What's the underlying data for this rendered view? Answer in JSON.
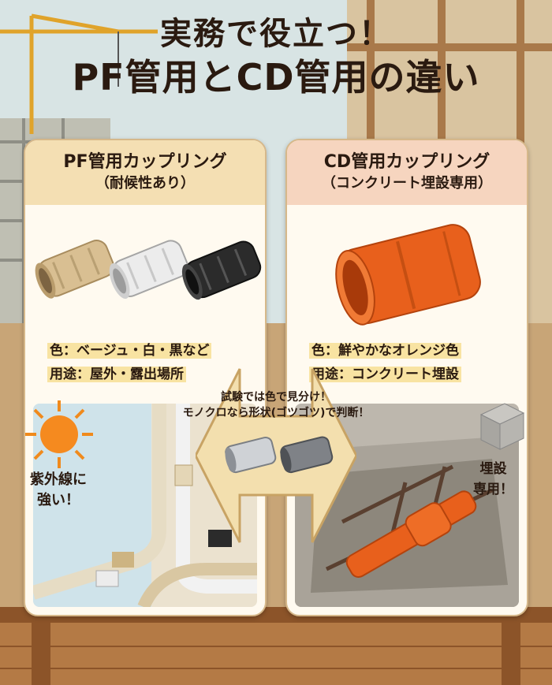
{
  "title": {
    "line1": "実務で役立つ！",
    "line2": "PF管用とCD管用の違い"
  },
  "left_panel": {
    "heading": "PF管用カップリング",
    "subheading": "（耐候性あり）",
    "color_line": "色：ベージュ・白・黒など",
    "use_line": "用途：屋外・露出場所",
    "callout": [
      "紫外線に",
      "強い！"
    ],
    "colors": {
      "beige": "#d9bf92",
      "white": "#ececec",
      "black": "#2b2b2b",
      "header_bg": "#f4dfb3"
    }
  },
  "right_panel": {
    "heading": "CD管用カップリング",
    "subheading": "（コンクリート埋設専用）",
    "color_line": "色：鮮やかなオレンジ色",
    "use_line": "用途：コンクリート埋設",
    "callout": [
      "埋設",
      "専用！"
    ],
    "colors": {
      "orange": "#e8601c",
      "header_bg": "#f6d5bf"
    }
  },
  "center": {
    "test_line1": "試験では色で見分け！",
    "test_line2": "モノクロなら形状(ゴツゴツ)で判断！"
  },
  "icons": [
    "sun-icon",
    "concrete-block-icon",
    "double-arrow-icon"
  ]
}
